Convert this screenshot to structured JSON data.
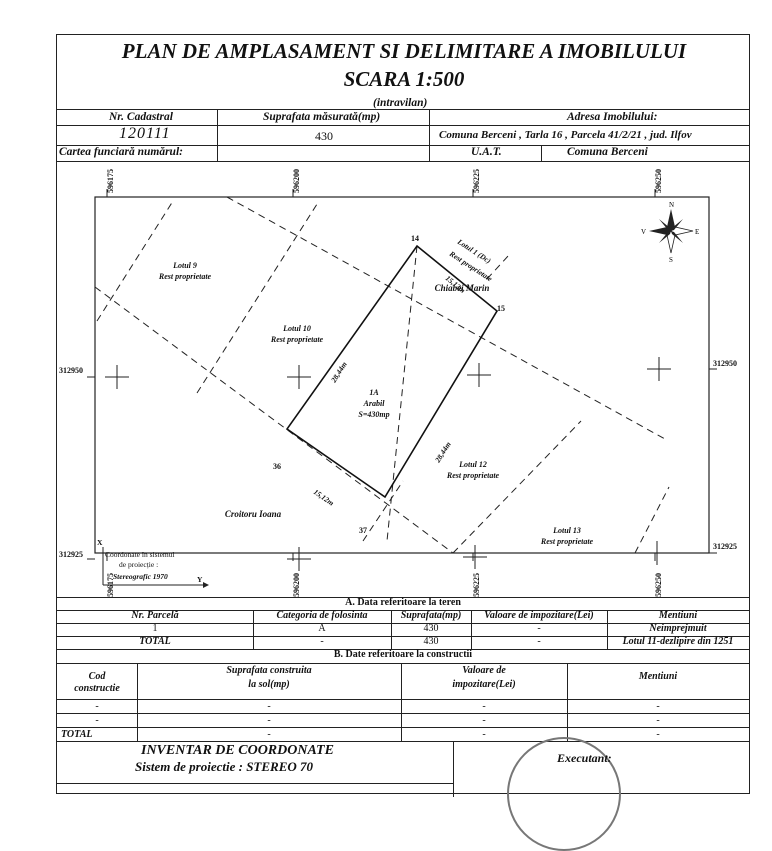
{
  "title_line1": "PLAN DE AMPLASAMENT SI DELIMITARE A IMOBILULUI",
  "title_line2": "SCARA 1:500",
  "intravilan": "(intravilan)",
  "header": {
    "nr_cadastral_label": "Nr. Cadastral",
    "nr_cadastral_value": "120111",
    "suprafata_label": "Suprafata măsurată(mp)",
    "suprafata_value": "430",
    "adresa_label": "Adresa Imobilului:",
    "adresa_value": "Comuna Berceni , Tarla 16 , Parcela 41/2/21 , jud. Ilfov",
    "carte_label": "Cartea funciară numărul:",
    "uat_label": "U.A.T.",
    "uat_value": "Comuna Berceni"
  },
  "plan": {
    "top_coords": [
      "596175",
      "596200",
      "596225",
      "596250"
    ],
    "bottom_coords": [
      "596175",
      "596200",
      "596225",
      "596250"
    ],
    "left_coords": [
      "312950",
      "312925"
    ],
    "right_coords": [
      "312950",
      "312925"
    ],
    "lots": {
      "lot9": "Lotul 9",
      "lot9_sub": "Rest proprietate",
      "lot10": "Lotul 10",
      "lot10_sub": "Rest proprietate",
      "lot1": "Lotul 1 (Dc)",
      "lot1_sub": "Rest proprietate",
      "chiabei": "Chiabei Marin",
      "main_id": "1A",
      "main_use": "Arabil",
      "main_area": "S=430mp",
      "lot12": "Lotul 12",
      "lot12_sub": "Rest proprietate",
      "lot13": "Lotul 13",
      "lot13_sub": "Rest proprietate",
      "croitoru": "Croitoru Ioana"
    },
    "points": {
      "p14": "14",
      "p15": "15",
      "p36": "36",
      "p37": "37"
    },
    "dims": {
      "top": "15,12m",
      "left": "28,44m",
      "right": "28,44m",
      "bottom": "15,12m"
    },
    "axis_x": "X",
    "axis_y": "Y",
    "coord_note_1": "Coordonate în sistemul",
    "coord_note_2": "de proiecție :",
    "coord_note_3": "Stereografic 1970",
    "compass": {
      "n": "N",
      "s": "S",
      "e": "E",
      "v": "V"
    }
  },
  "section_a": {
    "title": "A. Data referitoare la teren",
    "headers": [
      "Nr. Parcelă",
      "Categoria de folosinta",
      "Suprafata(mp)",
      "Valoare de impozitare(Lei)",
      "Mentiuni"
    ],
    "row": [
      "1",
      "A",
      "430",
      "-",
      "Neimprejmuit"
    ],
    "total_label": "TOTAL",
    "total_row": [
      "-",
      "430",
      "-",
      "Lotul 11-dezlipire din 1251"
    ]
  },
  "section_b": {
    "title": "B. Date referitoare la constructii",
    "h1a": "Cod",
    "h1b": "constructie",
    "h2a": "Suprafata construita",
    "h2b": "la sol(mp)",
    "h3a": "Valoare de",
    "h3b": "impozitare(Lei)",
    "h4": "Mentiuni",
    "dash": "-",
    "total_label": "TOTAL"
  },
  "inventory": {
    "line1": "INVENTAR DE COORDONATE",
    "line2": "Sistem de proiectie : STEREO 70",
    "executant": "Executant:"
  }
}
